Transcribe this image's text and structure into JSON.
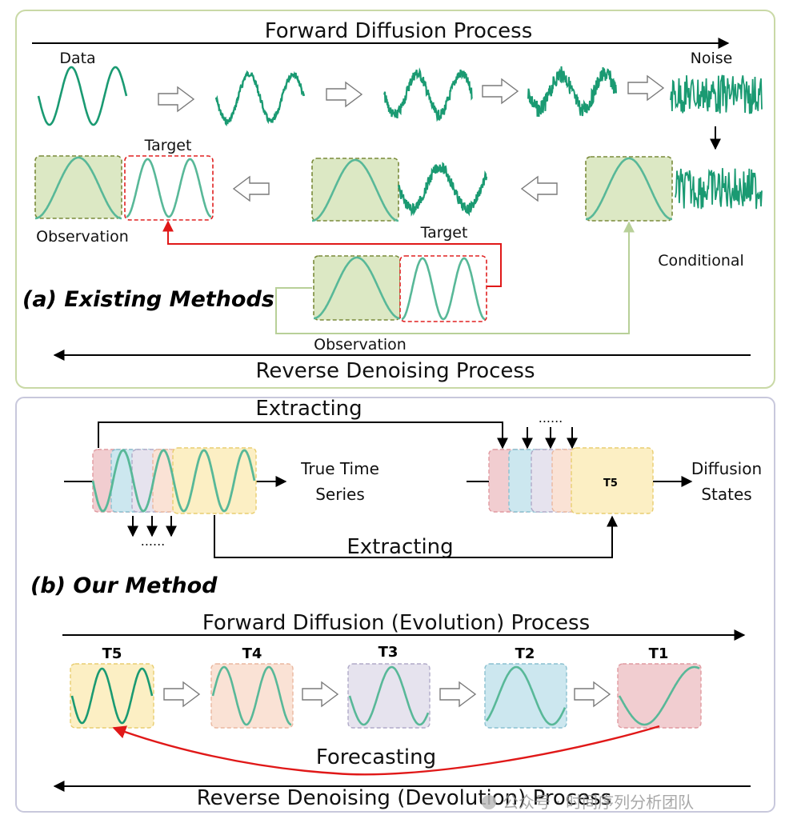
{
  "colors": {
    "wave": "#1a9a72",
    "wave_light": "#58b898",
    "panel_a_border": "#c9d9a6",
    "panel_b_border": "#c8c8dc",
    "obs_fill": "#dce8c4",
    "obs_border": "#7a8a3a",
    "target_border": "#e02020",
    "red_arrow": "#e01818",
    "cond_line": "#b8d098",
    "t1": "#f1cdd0",
    "t2": "#cce7ef",
    "t3": "#e6e3ee",
    "t4": "#fae2d5",
    "t5": "#fcefc4"
  },
  "panel_a": {
    "forward_title": "Forward Diffusion Process",
    "data_label": "Data",
    "noise_label": "Noise",
    "target_label_1": "Target",
    "target_label_2": "Target",
    "observation_label_1": "Observation",
    "observation_label_2": "Observation",
    "conditional_label": "Conditional",
    "section_title": "(a) Existing Methods",
    "reverse_title": "Reverse Denoising Process"
  },
  "panel_b": {
    "extracting_top": "Extracting",
    "extracting_bottom": "Extracting",
    "dots_1": "......",
    "dots_2": "......",
    "true_ts_line1": "True Time",
    "true_ts_line2": "Series",
    "diffusion_states_line1": "Diffusion",
    "diffusion_states_line2": "States",
    "state_t5_label": "T5",
    "section_title": "(b) Our Method",
    "forward_title": "Forward Diffusion (Evolution) Process",
    "stages": [
      "T5",
      "T4",
      "T3",
      "T2",
      "T1"
    ],
    "forecasting_label": "Forecasting",
    "reverse_title": "Reverse Denoising (Devolution) Process"
  },
  "watermark": "公众号 · 时间序列分析团队"
}
